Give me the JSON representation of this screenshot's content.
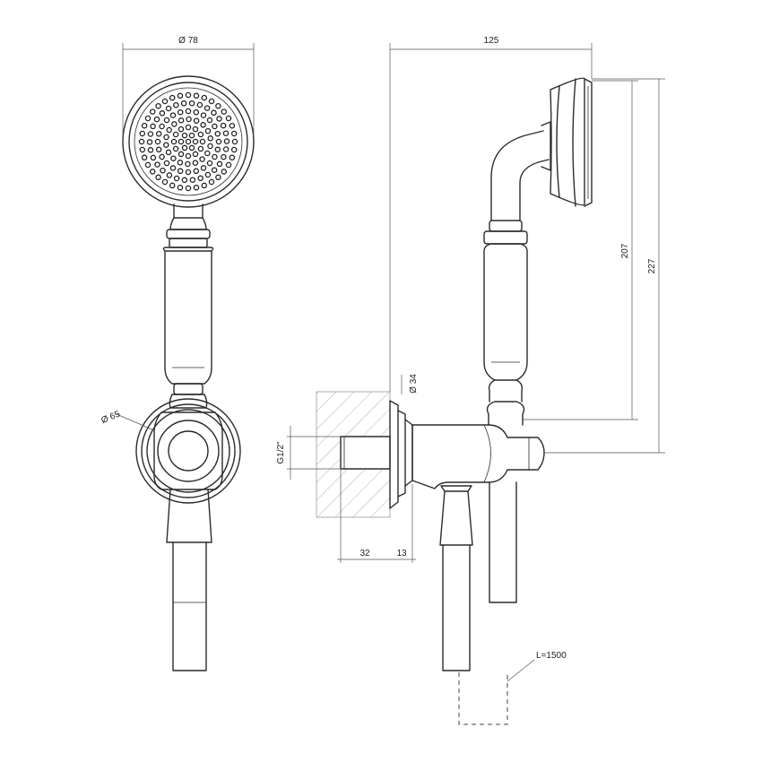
{
  "dimensions": {
    "head_diameter": "Ø 78",
    "flange_diameter": "Ø 65",
    "overall_projection": "125",
    "height_207": "207",
    "height_227": "227",
    "outlet_diameter": "Ø 34",
    "thread": "G1/2\"",
    "depth_32": "32",
    "depth_13": "13",
    "hose_length": "L=1500"
  },
  "colors": {
    "line": "#2b2b2b",
    "wall_hatch": "#9a9a9a"
  }
}
